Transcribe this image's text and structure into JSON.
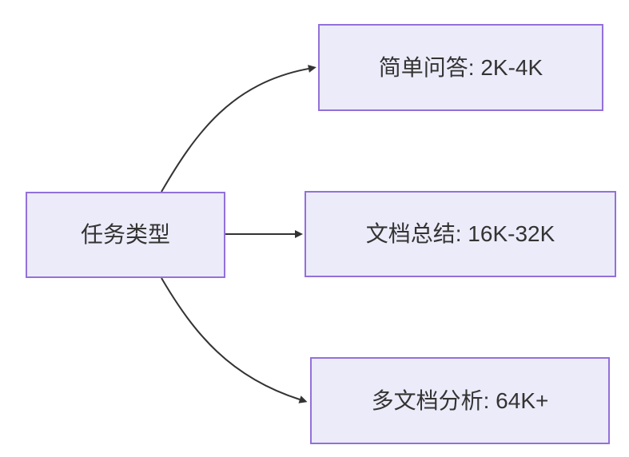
{
  "diagram": {
    "type": "flowchart",
    "direction": "left-to-right",
    "colors": {
      "background": "#FFFFFF",
      "node_fill": "#ECEBF9",
      "node_border": "#9370DB",
      "edge_stroke": "#333333",
      "text": "#333333"
    },
    "nodes": [
      {
        "id": "task-type",
        "label": "任务类型"
      },
      {
        "id": "simple-qa",
        "label": "简单问答: 2K-4K"
      },
      {
        "id": "doc-summary",
        "label": "文档总结: 16K-32K"
      },
      {
        "id": "multi-doc",
        "label": "多文档分析: 64K+"
      }
    ],
    "edges": [
      {
        "from": "任务类型",
        "to": "简单问答: 2K-4K"
      },
      {
        "from": "任务类型",
        "to": "文档总结: 16K-32K"
      },
      {
        "from": "任务类型",
        "to": "多文档分析: 64K+"
      }
    ]
  }
}
